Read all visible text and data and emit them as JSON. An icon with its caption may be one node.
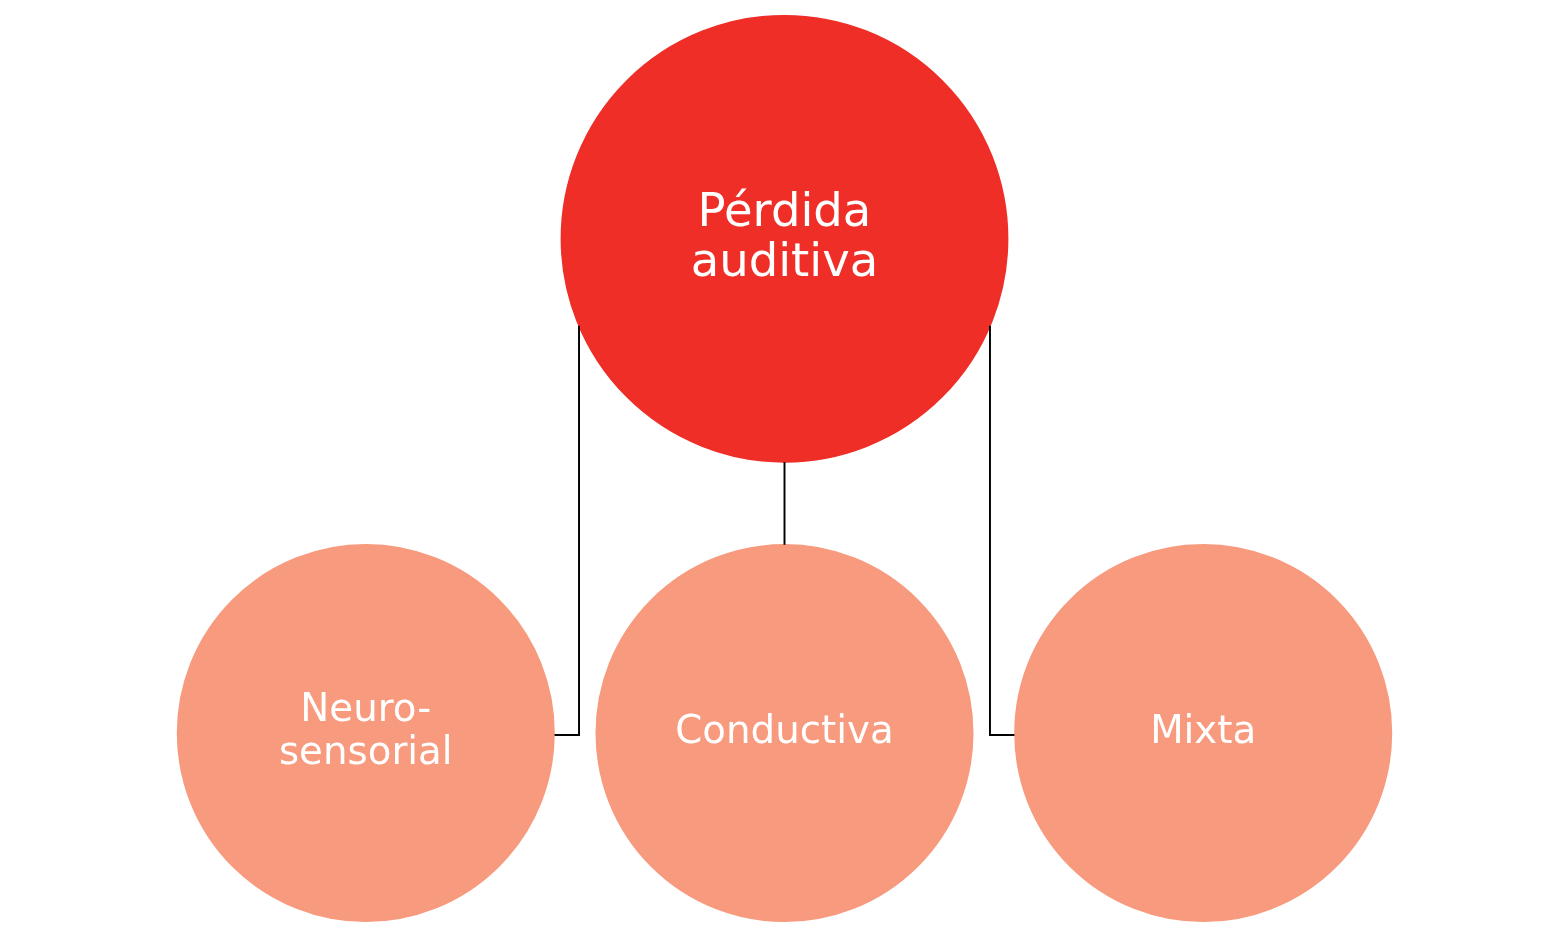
{
  "diagram": {
    "nodes": [
      {
        "text": [
          "Pérdida auditiva"
        ]
      },
      {
        "text": [
          "Neuro- sensorial"
        ]
      },
      {
        "text": [
          "Conductiva"
        ]
      },
      {
        "text": [
          "Mixta"
        ]
      }
    ],
    "edges": [
      {
        "from": 0,
        "to": 1,
        "arrow": "none"
      },
      {
        "from": 0,
        "to": 2,
        "arrow": "none"
      },
      {
        "from": 0,
        "to": 3,
        "arrow": "none"
      }
    ]
  }
}
